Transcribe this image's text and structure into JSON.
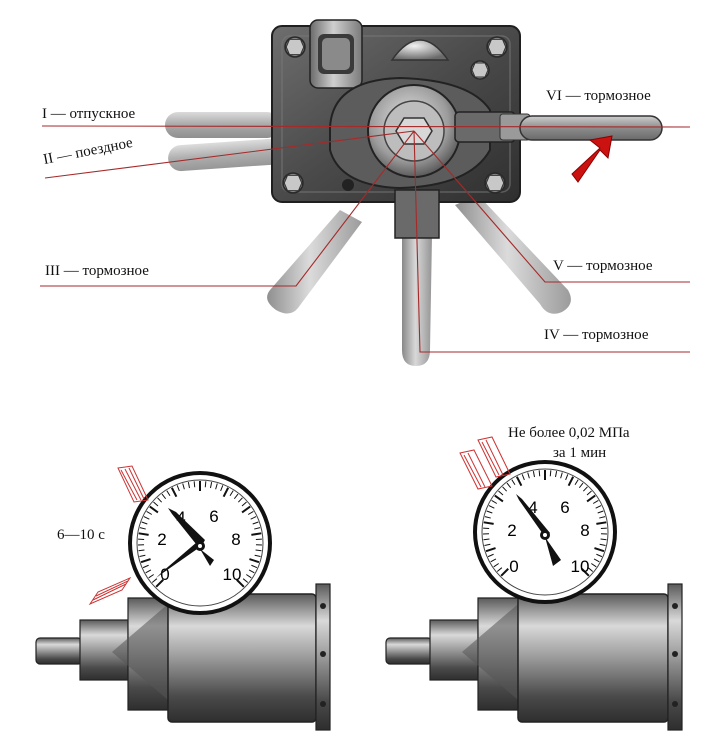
{
  "crane": {
    "positions": [
      {
        "number": "I",
        "label": "I — отпускное"
      },
      {
        "number": "II",
        "label": "II — поездное"
      },
      {
        "number": "III",
        "label": "III — тормозное"
      },
      {
        "number": "IV",
        "label": "IV — тормозное"
      },
      {
        "number": "V",
        "label": "V — тормозное"
      },
      {
        "number": "VI",
        "label": "VI — тормозное"
      }
    ]
  },
  "gauges": [
    {
      "scale_labels": [
        "0",
        "2",
        "4",
        "6",
        "8",
        "10"
      ],
      "annotation": "6—10 с"
    },
    {
      "scale_labels": [
        "0",
        "2",
        "4",
        "6",
        "8",
        "10"
      ],
      "annotation_lines": [
        "Не более 0,02 МПа",
        "за 1 мин"
      ]
    }
  ],
  "colors": {
    "leader_line": "#a52a2a",
    "arrow": "#cc1111",
    "metal_dark": "#3a3a3a",
    "metal_mid": "#8a8a8a",
    "metal_light": "#d8d8d8",
    "handle": "#9a9a9a",
    "pointer": "#111111"
  }
}
